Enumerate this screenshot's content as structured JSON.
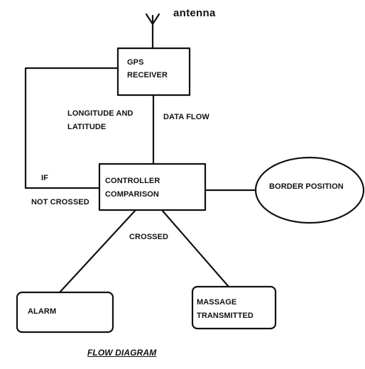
{
  "nodes": {
    "gps": {
      "line1": "GPS",
      "line2": "RECEIVER"
    },
    "controller": {
      "line1": "CONTROLLER",
      "line2": "COMPARISON"
    },
    "border": {
      "label": "BORDER POSITION"
    },
    "alarm": {
      "label": "ALARM"
    },
    "message": {
      "line1": "MASSAGE",
      "line2": "TRANSMITTED"
    }
  },
  "labels": {
    "antenna": "antenna",
    "longitude_line1": "LONGITUDE AND",
    "longitude_line2": "LATITUDE",
    "data_flow": "DATA FLOW",
    "if": "IF",
    "not_crossed": "NOT CROSSED",
    "crossed": "CROSSED"
  },
  "caption": "FLOW DIAGRAM"
}
